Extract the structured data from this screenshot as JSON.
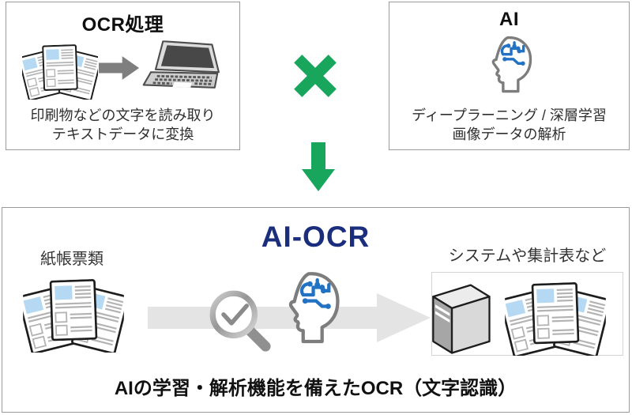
{
  "diagram": {
    "ocr_box": {
      "title": "OCR処理",
      "caption_line1": "印刷物などの文字を読み取り",
      "caption_line2": "テキストデータに変換"
    },
    "ai_box": {
      "title": "AI",
      "caption_line1": "ディープラーニング / 深層学習",
      "caption_line2": "画像データの解析"
    },
    "aiocr_box": {
      "title": "AI-OCR",
      "input_label": "紙帳票類",
      "output_label": "システムや集計表など",
      "caption": "AIの学習・解析機能を備えたOCR（文字認識）"
    },
    "icons": {
      "documents-stack-icon": "fanned paper forms with blue header blocks",
      "laptop-icon": "open laptop computer",
      "right-arrow-icon": "gray right arrow",
      "multiply-icon": "green multiplication cross ✕",
      "down-arrow-icon": "green down arrow ⬇",
      "ai-head-icon": "human head profile with blue circuit brain",
      "magnifier-check-icon": "magnifying glass with check mark",
      "flow-arrow-icon": "large light gray right arrow",
      "server-icon": "3D server tower box"
    },
    "colors": {
      "operator_green": "#18a55c",
      "title_navy": "#1b2d7d",
      "circuit_blue": "#2272c4",
      "box_border_gray": "#9a9a9a",
      "doc_highlight_blue": "#b5d9f2",
      "flow_arrow_gray": "#e4e4e4",
      "head_outline_gray": "#7d7d7d"
    }
  }
}
